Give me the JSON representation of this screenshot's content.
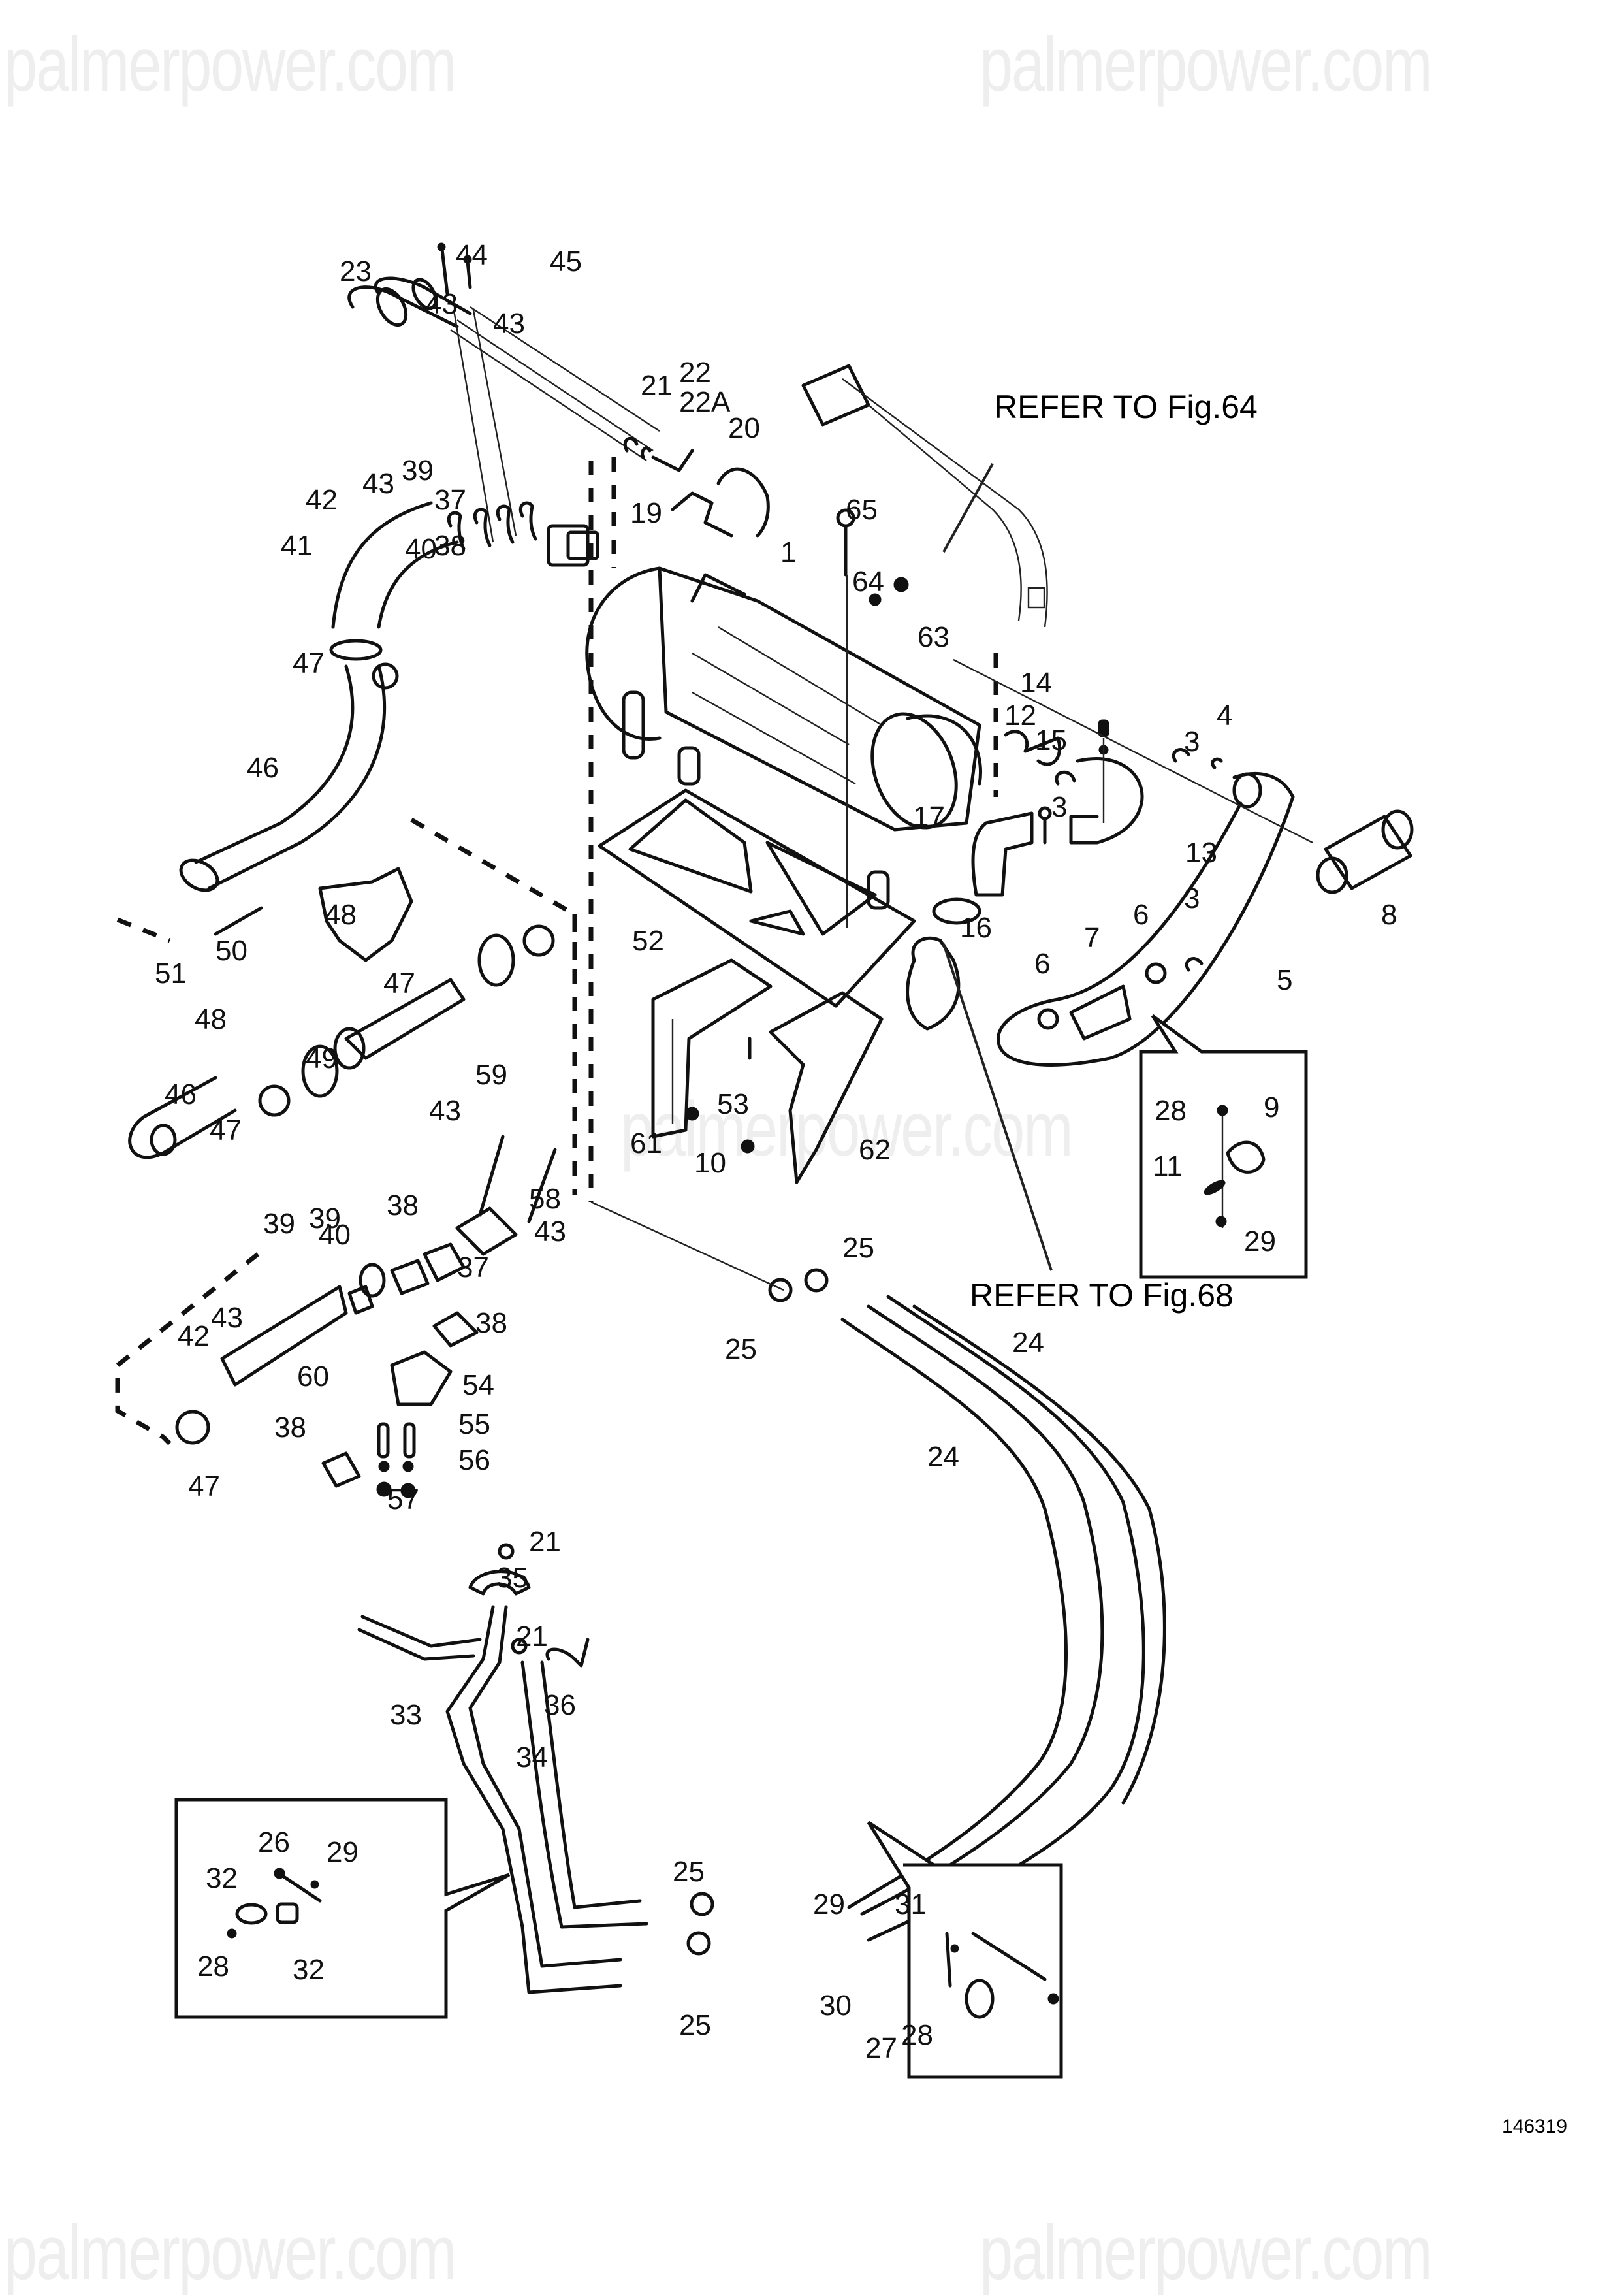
{
  "watermark": {
    "text": "palmerpower.com",
    "color": "#eeeeee"
  },
  "figure_id": "146319",
  "references": {
    "fig64": "REFER TO Fig.64",
    "fig68": "REFER TO Fig.68"
  },
  "callouts": {
    "c1": "1",
    "c3a": "3",
    "c3b": "3",
    "c3c": "3",
    "c4": "4",
    "c5": "5",
    "c6a": "6",
    "c6b": "6",
    "c7": "7",
    "c8": "8",
    "c9": "9",
    "c10": "10",
    "c11": "11",
    "c12": "12",
    "c13": "13",
    "c14": "14",
    "c15": "15",
    "c16": "16",
    "c17": "17",
    "c19": "19",
    "c20": "20",
    "c21a": "21",
    "c21b": "21",
    "c21c": "21",
    "c22": "22",
    "c22A": "22A",
    "c23": "23",
    "c24a": "24",
    "c24b": "24",
    "c25a": "25",
    "c25b": "25",
    "c25c": "25",
    "c25d": "25",
    "c26": "26",
    "c27": "27",
    "c28a": "28",
    "c28b": "28",
    "c28c": "28",
    "c29a": "29",
    "c29b": "29",
    "c29c": "29",
    "c30": "30",
    "c31": "31",
    "c32a": "32",
    "c32b": "32",
    "c33": "33",
    "c34": "34",
    "c35": "35",
    "c36": "36",
    "c37a": "37",
    "c37b": "37",
    "c38a": "38",
    "c38b": "38",
    "c38c": "38",
    "c38d": "38",
    "c39a": "39",
    "c39b": "39",
    "c39c": "39",
    "c40a": "40",
    "c40b": "40",
    "c41": "41",
    "c42a": "42",
    "c42b": "42",
    "c43a": "43",
    "c43b": "43",
    "c43c": "43",
    "c43d": "43",
    "c43e": "43",
    "c43f": "43",
    "c44": "44",
    "c45": "45",
    "c46a": "46",
    "c46b": "46",
    "c47a": "47",
    "c47b": "47",
    "c47c": "47",
    "c47d": "47",
    "c48a": "48",
    "c48b": "48",
    "c49": "49",
    "c50": "50",
    "c51": "51",
    "c52": "52",
    "c53": "53",
    "c54": "54",
    "c55": "55",
    "c56": "56",
    "c57": "57",
    "c58": "58",
    "c59": "59",
    "c60": "60",
    "c61": "61",
    "c62": "62",
    "c63": "63",
    "c64": "64",
    "c65": "65"
  }
}
